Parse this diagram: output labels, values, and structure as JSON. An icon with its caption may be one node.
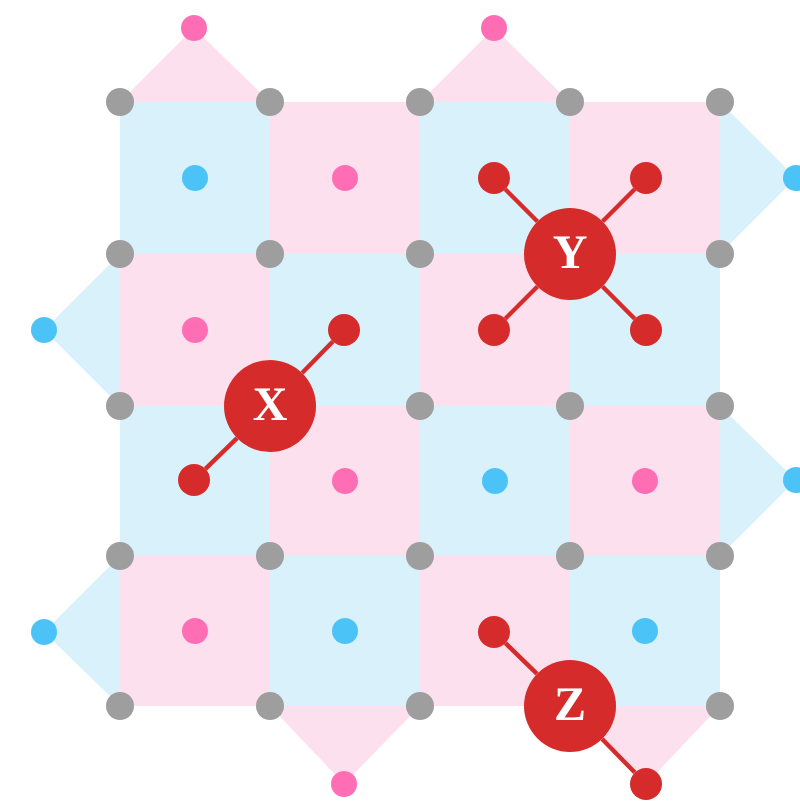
{
  "diagram": {
    "nodes": [
      {
        "text": [],
        "shape": "circle"
      },
      {
        "text": [],
        "shape": "circle"
      },
      {
        "text": [
          "Y"
        ]
      },
      {
        "text": [],
        "shape": "circle"
      },
      {
        "text": [],
        "shape": "circle"
      },
      {
        "text": [],
        "shape": "circle"
      },
      {
        "text": [
          "X"
        ]
      },
      {
        "text": [],
        "shape": "circle"
      },
      {
        "text": [],
        "shape": "circle"
      },
      {
        "text": [
          "Z"
        ]
      },
      {
        "text": [],
        "shape": "circle"
      }
    ],
    "edges": [
      {
        "from": 2,
        "to": 0,
        "arrow": "none"
      },
      {
        "from": 2,
        "to": 1,
        "arrow": "none"
      },
      {
        "from": 2,
        "to": 4,
        "arrow": "none"
      },
      {
        "from": 2,
        "to": 5,
        "arrow": "none"
      },
      {
        "from": 6,
        "to": 3,
        "arrow": "none"
      },
      {
        "from": 6,
        "to": 7,
        "arrow": "none"
      },
      {
        "from": 9,
        "to": 8,
        "arrow": "none"
      },
      {
        "from": 9,
        "to": 10,
        "arrow": "none"
      }
    ]
  }
}
